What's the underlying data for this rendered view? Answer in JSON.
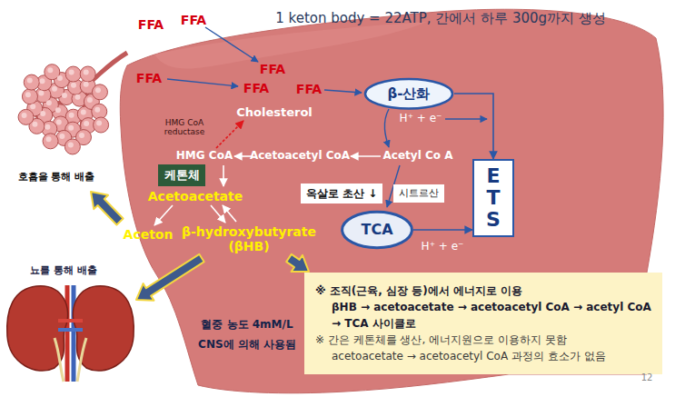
{
  "diagram": {
    "title": "1 keton body = 22ATP, 간에서 하루 300g까지 생성",
    "nodes": [
      {
        "text": [
          "β-산화"
        ]
      },
      {
        "text": [
          "호흡을 통해 배출"
        ]
      },
      {
        "text": [
          "케톤체"
        ]
      },
      {
        "text": [
          "옥살로 초산 ↓"
        ]
      },
      {
        "text": [
          "시트르산"
        ]
      },
      {
        "text": [
          "TCA"
        ]
      },
      {
        "text": [
          "ETS"
        ]
      },
      {
        "text": [
          "※ 조직(근육, 심장 등)에서 에너지로 이용",
          "βHB → acetoacetate → acetoacetyl CoA → acetyl CoA",
          "→ TCA 사이클로",
          "※ 간은 케톤체를 생산, 에너지원으로 이용하지 못함",
          "acetoacetate → acetoacetyl CoA 과정의 효소가 없음"
        ]
      }
    ],
    "edges": [
      {
        "from": 0,
        "to": 6,
        "arrow": "to"
      },
      {
        "from": 5,
        "to": 6,
        "arrow": "to"
      }
    ],
    "labels": [
      "FFA",
      "FFA",
      "FFA",
      "FFA",
      "FFA",
      "FFA",
      "H⁺ + e⁻",
      "Cholesterol",
      "HMG CoA reductase",
      "HMG CoA",
      "Acetoacetyl CoA",
      "Acetyl Co A",
      "Acetoacetate",
      "Aceton",
      "β-hydroxybutyrate (βHB)",
      "H⁺ + e⁻",
      "뇨를 통해 배출",
      "혈중 농도 4mM/L",
      "CNS에 의해 사용됨",
      "12"
    ]
  }
}
